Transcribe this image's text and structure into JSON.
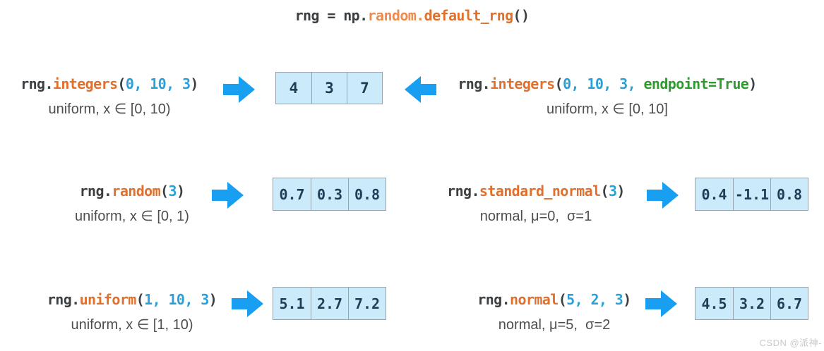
{
  "title": {
    "segments": [
      {
        "text": "rng = np.",
        "type": "plain"
      },
      {
        "text": "random.",
        "type": "func_light"
      },
      {
        "text": "default_rng",
        "type": "func"
      },
      {
        "text": "()",
        "type": "plain"
      }
    ]
  },
  "rows": [
    {
      "left": {
        "code": [
          {
            "text": "rng.",
            "type": "plain"
          },
          {
            "text": "integers",
            "type": "func"
          },
          {
            "text": "(",
            "type": "plain"
          },
          {
            "text": "0, 10, 3",
            "type": "num"
          },
          {
            "text": ")",
            "type": "plain"
          }
        ],
        "note": "uniform, x ∈ [0, 10)"
      },
      "box": {
        "values": [
          "4",
          "3",
          "7"
        ]
      },
      "right": {
        "code": [
          {
            "text": "rng.",
            "type": "plain"
          },
          {
            "text": "integers",
            "type": "func"
          },
          {
            "text": "(",
            "type": "plain"
          },
          {
            "text": "0, 10, 3, ",
            "type": "num"
          },
          {
            "text": "endpoint=True",
            "type": "kw"
          },
          {
            "text": ")",
            "type": "plain"
          }
        ],
        "note": "uniform, x ∈ [0, 10]"
      }
    },
    {
      "left": {
        "code": [
          {
            "text": "rng.",
            "type": "plain"
          },
          {
            "text": "random",
            "type": "func"
          },
          {
            "text": "(",
            "type": "plain"
          },
          {
            "text": "3",
            "type": "num"
          },
          {
            "text": ")",
            "type": "plain"
          }
        ],
        "note": "uniform, x ∈ [0, 1)",
        "box": {
          "values": [
            "0.7",
            "0.3",
            "0.8"
          ]
        }
      },
      "right": {
        "code": [
          {
            "text": "rng.",
            "type": "plain"
          },
          {
            "text": "standard_normal",
            "type": "func"
          },
          {
            "text": "(",
            "type": "plain"
          },
          {
            "text": "3",
            "type": "num"
          },
          {
            "text": ")",
            "type": "plain"
          }
        ],
        "note": "normal, μ=0,  σ=1",
        "box": {
          "values": [
            "0.4",
            "-1.1",
            "0.8"
          ]
        }
      }
    },
    {
      "left": {
        "code": [
          {
            "text": "rng.",
            "type": "plain"
          },
          {
            "text": "uniform",
            "type": "func"
          },
          {
            "text": "(",
            "type": "plain"
          },
          {
            "text": "1, 10, 3",
            "type": "num"
          },
          {
            "text": ")",
            "type": "plain"
          }
        ],
        "note": "uniform, x ∈ [1, 10)",
        "box": {
          "values": [
            "5.1",
            "2.7",
            "7.2"
          ]
        }
      },
      "right": {
        "code": [
          {
            "text": "rng.",
            "type": "plain"
          },
          {
            "text": "normal",
            "type": "func"
          },
          {
            "text": "(",
            "type": "plain"
          },
          {
            "text": "5, 2, 3",
            "type": "num"
          },
          {
            "text": ")",
            "type": "plain"
          }
        ],
        "note": "normal, μ=5,  σ=2",
        "box": {
          "values": [
            "4.5",
            "3.2",
            "6.7"
          ]
        }
      }
    }
  ],
  "watermark": "CSDN @派神-",
  "colors": {
    "arrow_blue": "#189ff2",
    "code_orange": "#e0702e",
    "code_orange_light": "#ec8c50",
    "code_blue": "#2ba0d8",
    "code_green": "#2f9a2f",
    "code_plain": "#3c4043",
    "note_gray": "#4e4e4e",
    "cell_bg": "#cbeafa",
    "cell_border": "#97a4ad",
    "cell_text": "#1f3d56",
    "watermark_gray": "#c9c9c9"
  }
}
